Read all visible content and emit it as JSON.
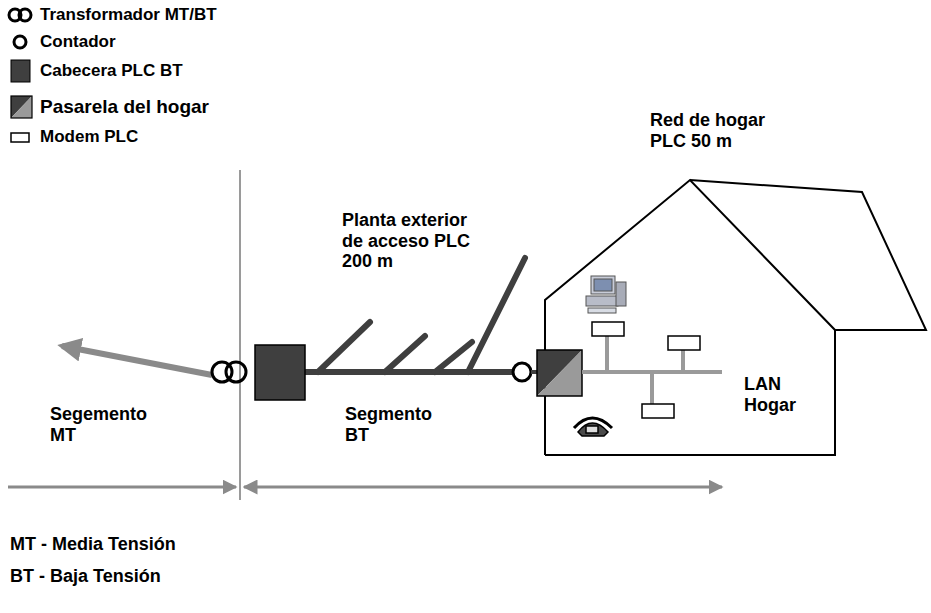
{
  "diagram": {
    "labels": [
      "Red de hogar PLC 50 m",
      "Planta exterior de acceso PLC 200 m",
      "LAN Hogar",
      "Segemento MT",
      "Segmento BT",
      "MT - Media Tensión",
      "BT - Baja Tensión"
    ],
    "legend": [
      {
        "text": "Transformador MT/BT"
      },
      {
        "text": "Contador"
      },
      {
        "text": "Cabecera PLC BT",
        "color": "#3f3f3f"
      },
      {
        "text": "Pasarela del hogar"
      },
      {
        "text": "Modem PLC"
      }
    ]
  }
}
